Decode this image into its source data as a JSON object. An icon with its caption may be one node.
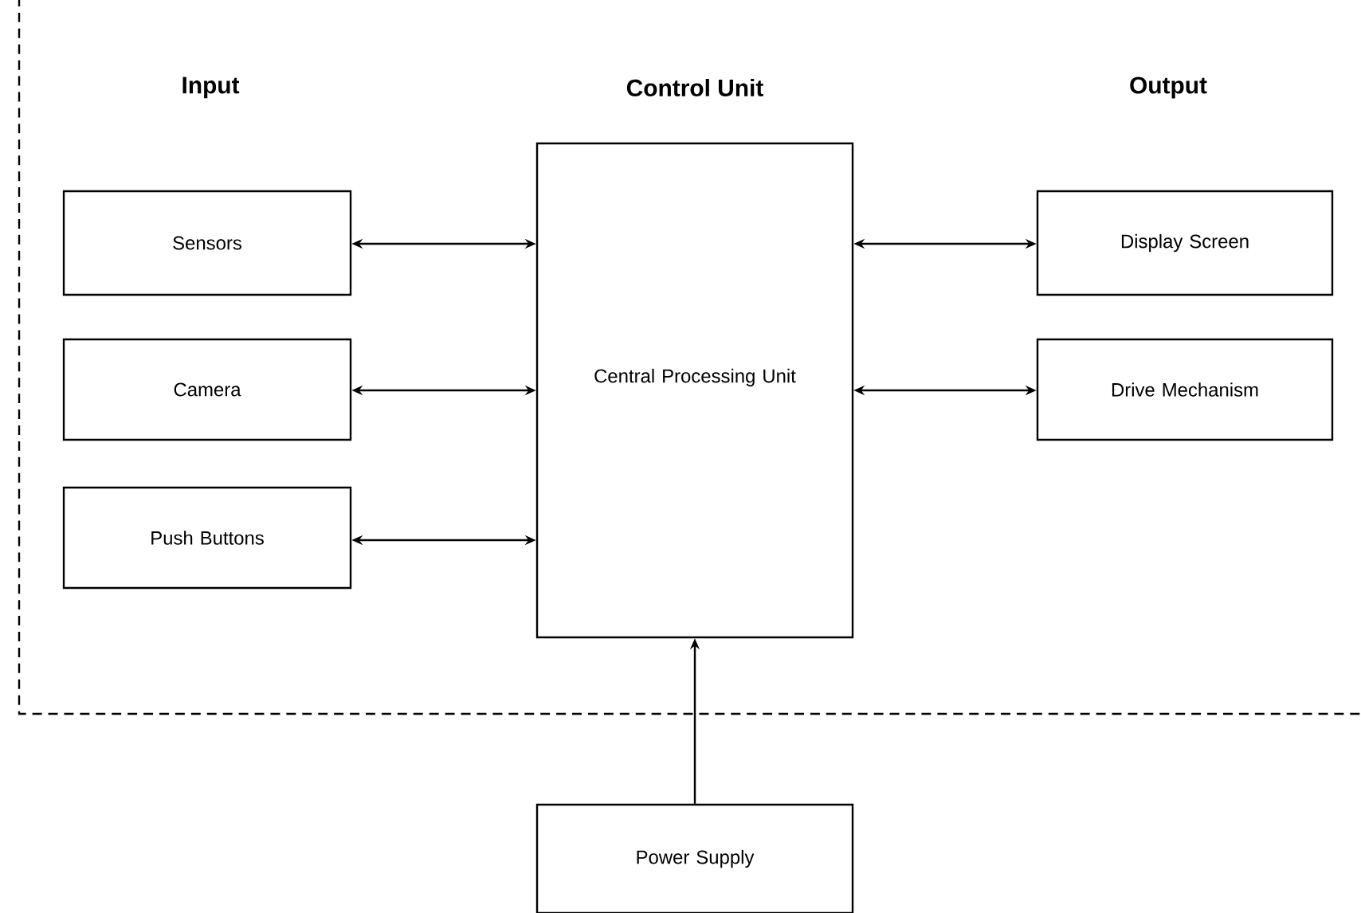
{
  "diagram": {
    "nodes": [
      {
        "text": [
          "Sensors"
        ]
      },
      {
        "text": [
          "Camera"
        ]
      },
      {
        "text": [
          "Push Buttons"
        ]
      },
      {
        "text": [
          "Central Processing Unit"
        ]
      },
      {
        "text": [
          "Display Screen"
        ]
      },
      {
        "text": [
          "Drive Mechanism"
        ]
      },
      {
        "text": [
          "Power Supply"
        ]
      }
    ],
    "edges": [
      {
        "from": 0,
        "to": 3,
        "arrow": "both"
      },
      {
        "from": 1,
        "to": 3,
        "arrow": "both"
      },
      {
        "from": 2,
        "to": 3,
        "arrow": "both"
      },
      {
        "from": 3,
        "to": 4,
        "arrow": "both"
      },
      {
        "from": 3,
        "to": 5,
        "arrow": "both"
      },
      {
        "from": 6,
        "to": 3,
        "arrow": "to"
      }
    ],
    "labels": [
      "Input",
      "Control Unit",
      "Output"
    ]
  }
}
